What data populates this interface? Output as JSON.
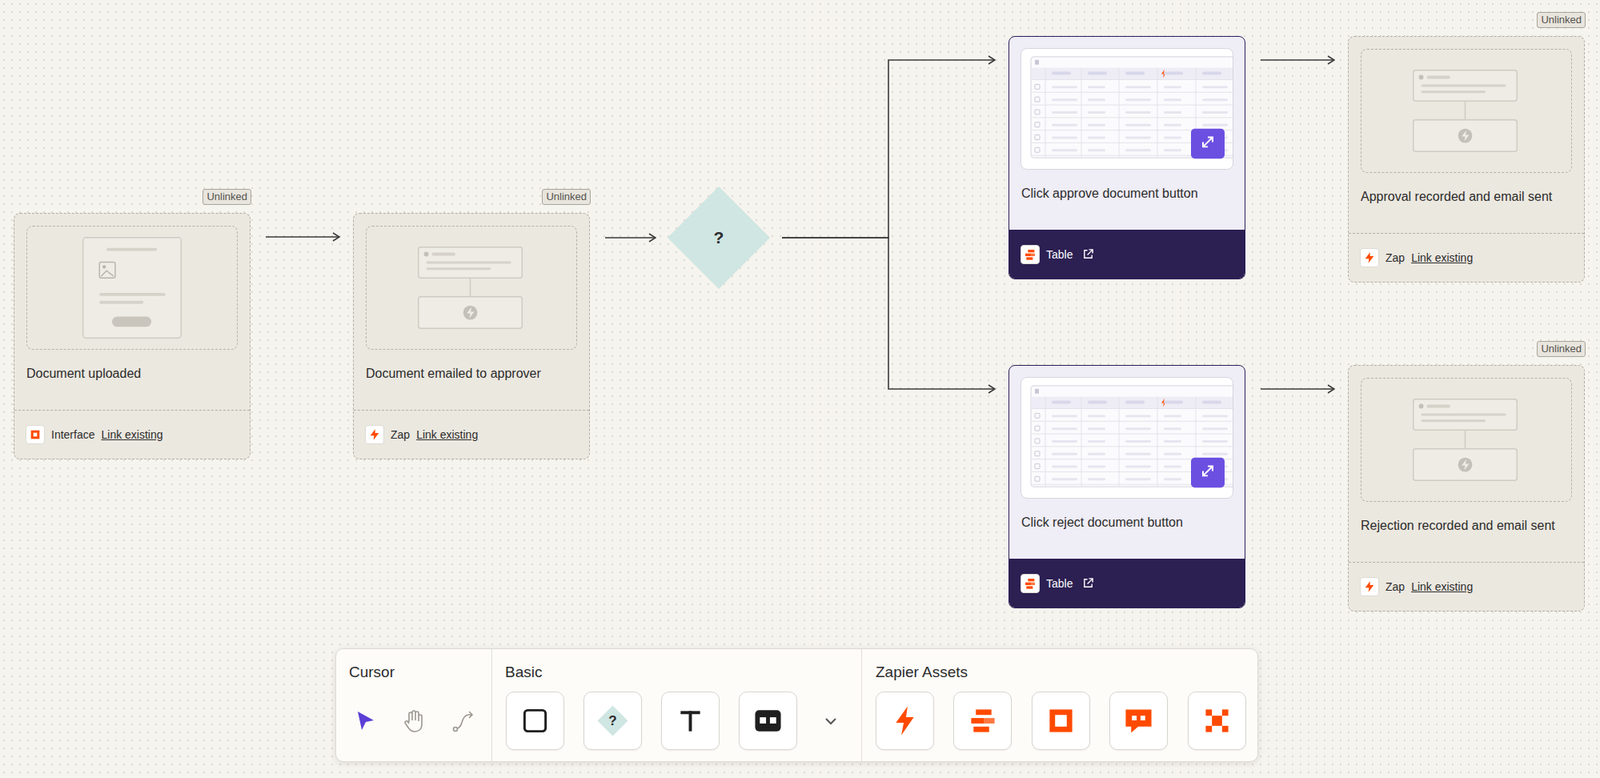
{
  "diagram": {
    "nodes": [
      {
        "text": [
          "Unlinked",
          "Document uploaded",
          "Interface",
          "Link existing"
        ]
      },
      {
        "text": [
          "Unlinked",
          "Document emailed to approver",
          "Zap",
          "Link existing"
        ]
      },
      {
        "text": [
          "?"
        ]
      },
      {
        "text": [
          "Click approve document button",
          "Table"
        ]
      },
      {
        "text": [
          "Unlinked",
          "Approval recorded and email sent",
          "Zap",
          "Link existing"
        ]
      },
      {
        "text": [
          "Click reject document button",
          "Table"
        ]
      },
      {
        "text": [
          "Unlinked",
          "Rejection recorded and email sent",
          "Zap",
          "Link existing"
        ]
      }
    ],
    "edges": [
      {
        "from": 0,
        "to": 1,
        "arrow": "to"
      },
      {
        "from": 1,
        "to": 2,
        "arrow": "to"
      },
      {
        "from": 2,
        "to": 3,
        "arrow": "to"
      },
      {
        "from": 2,
        "to": 5,
        "arrow": "to"
      },
      {
        "from": 3,
        "to": 4,
        "arrow": "to"
      },
      {
        "from": 5,
        "to": 6,
        "arrow": "to"
      }
    ],
    "labels": [
      "Cursor",
      "Basic",
      "?",
      "Zapier Assets"
    ]
  }
}
